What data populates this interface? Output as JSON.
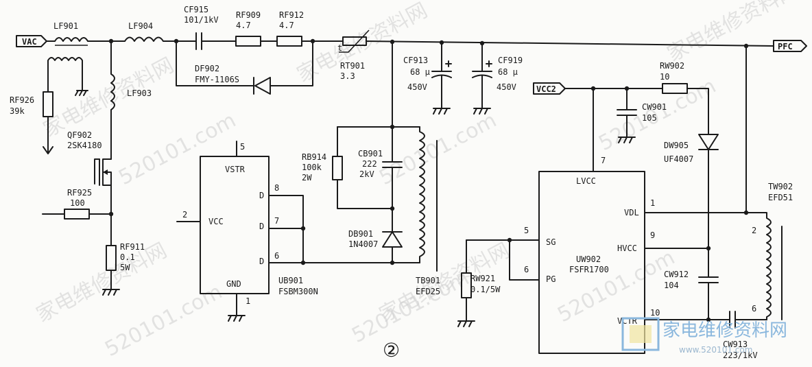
{
  "labels": {
    "vac": "VAC",
    "pfc": "PFC",
    "vcc2": "VCC2",
    "lf901": "LF901",
    "lf904": "LF904",
    "lf903": "LF903",
    "rf926": "RF926",
    "rf926_val": "39k",
    "qf902": "QF902",
    "qf902_val": "2SK4180",
    "rf925": "RF925",
    "rf925_val": "100",
    "rf911": "RF911",
    "rf911_val1": "0.1",
    "rf911_val2": "5W",
    "cf915": "CF915",
    "cf915_val": "101/1kV",
    "rf909": "RF909",
    "rf909_val": "4.7",
    "rf912": "RF912",
    "rf912_val": "4.7",
    "df902": "DF902",
    "df902_val": "FMY-1106S",
    "rt901_t": "t",
    "rt901": "RT901",
    "rt901_val": "3.3",
    "cf913": "CF913",
    "cf913_val1": "68 μ",
    "cf913_val2": "450V",
    "cf919": "CF919",
    "cf919_val1": "68 μ",
    "cf919_val2": "450V",
    "ub901_pin5": "5",
    "ub901_vstr": "VSTR",
    "ub901_pin2": "2",
    "ub901_vcc": "VCC",
    "ub901_d": "D",
    "ub901_pin8": "8",
    "ub901_pin7": "7",
    "ub901_pin6": "6",
    "ub901_gnd": "GND",
    "ub901_pin1": "1",
    "ub901": "UB901",
    "ub901_val": "FSBM300N",
    "rb914": "RB914",
    "rb914_val1": "100k",
    "rb914_val2": "2W",
    "cb901": "CB901",
    "cb901_val1": "222",
    "cb901_val2": "2kV",
    "db901": "DB901",
    "db901_val": "1N4007",
    "tb901": "TB901",
    "tb901_val": "EFD25",
    "rw902": "RW902",
    "rw902_val": "10",
    "cw901": "CW901",
    "cw901_val": "105",
    "dw905": "DW905",
    "dw905_val": "UF4007",
    "uw902_pin7": "7",
    "uw902_lvcc": "LVCC",
    "uw902_pin1": "1",
    "uw902_vdl": "VDL",
    "uw902_pin9": "9",
    "uw902_hvcc": "HVCC",
    "uw902_pin5": "5",
    "uw902_sg": "SG",
    "uw902_pin6": "6",
    "uw902_pg": "PG",
    "uw902_pin10": "10",
    "uw902_vctr": "VCTR",
    "uw902": "UW902",
    "uw902_val": "FSFR1700",
    "rw921": "RW921",
    "rw921_val": "0.1/5W",
    "cw912": "CW912",
    "cw912_val": "104",
    "cw913": "CW913",
    "cw913_val": "223/1kV",
    "tw902": "TW902",
    "tw902_val": "EFD51",
    "tw902_pin2": "2",
    "tw902_pin6": "6",
    "figure_number": "②"
  },
  "watermark": {
    "site": "520101.com",
    "cn": "家电维修资料网",
    "logo_cn": "家电维修资料网",
    "logo_url": "www.520101.com"
  }
}
